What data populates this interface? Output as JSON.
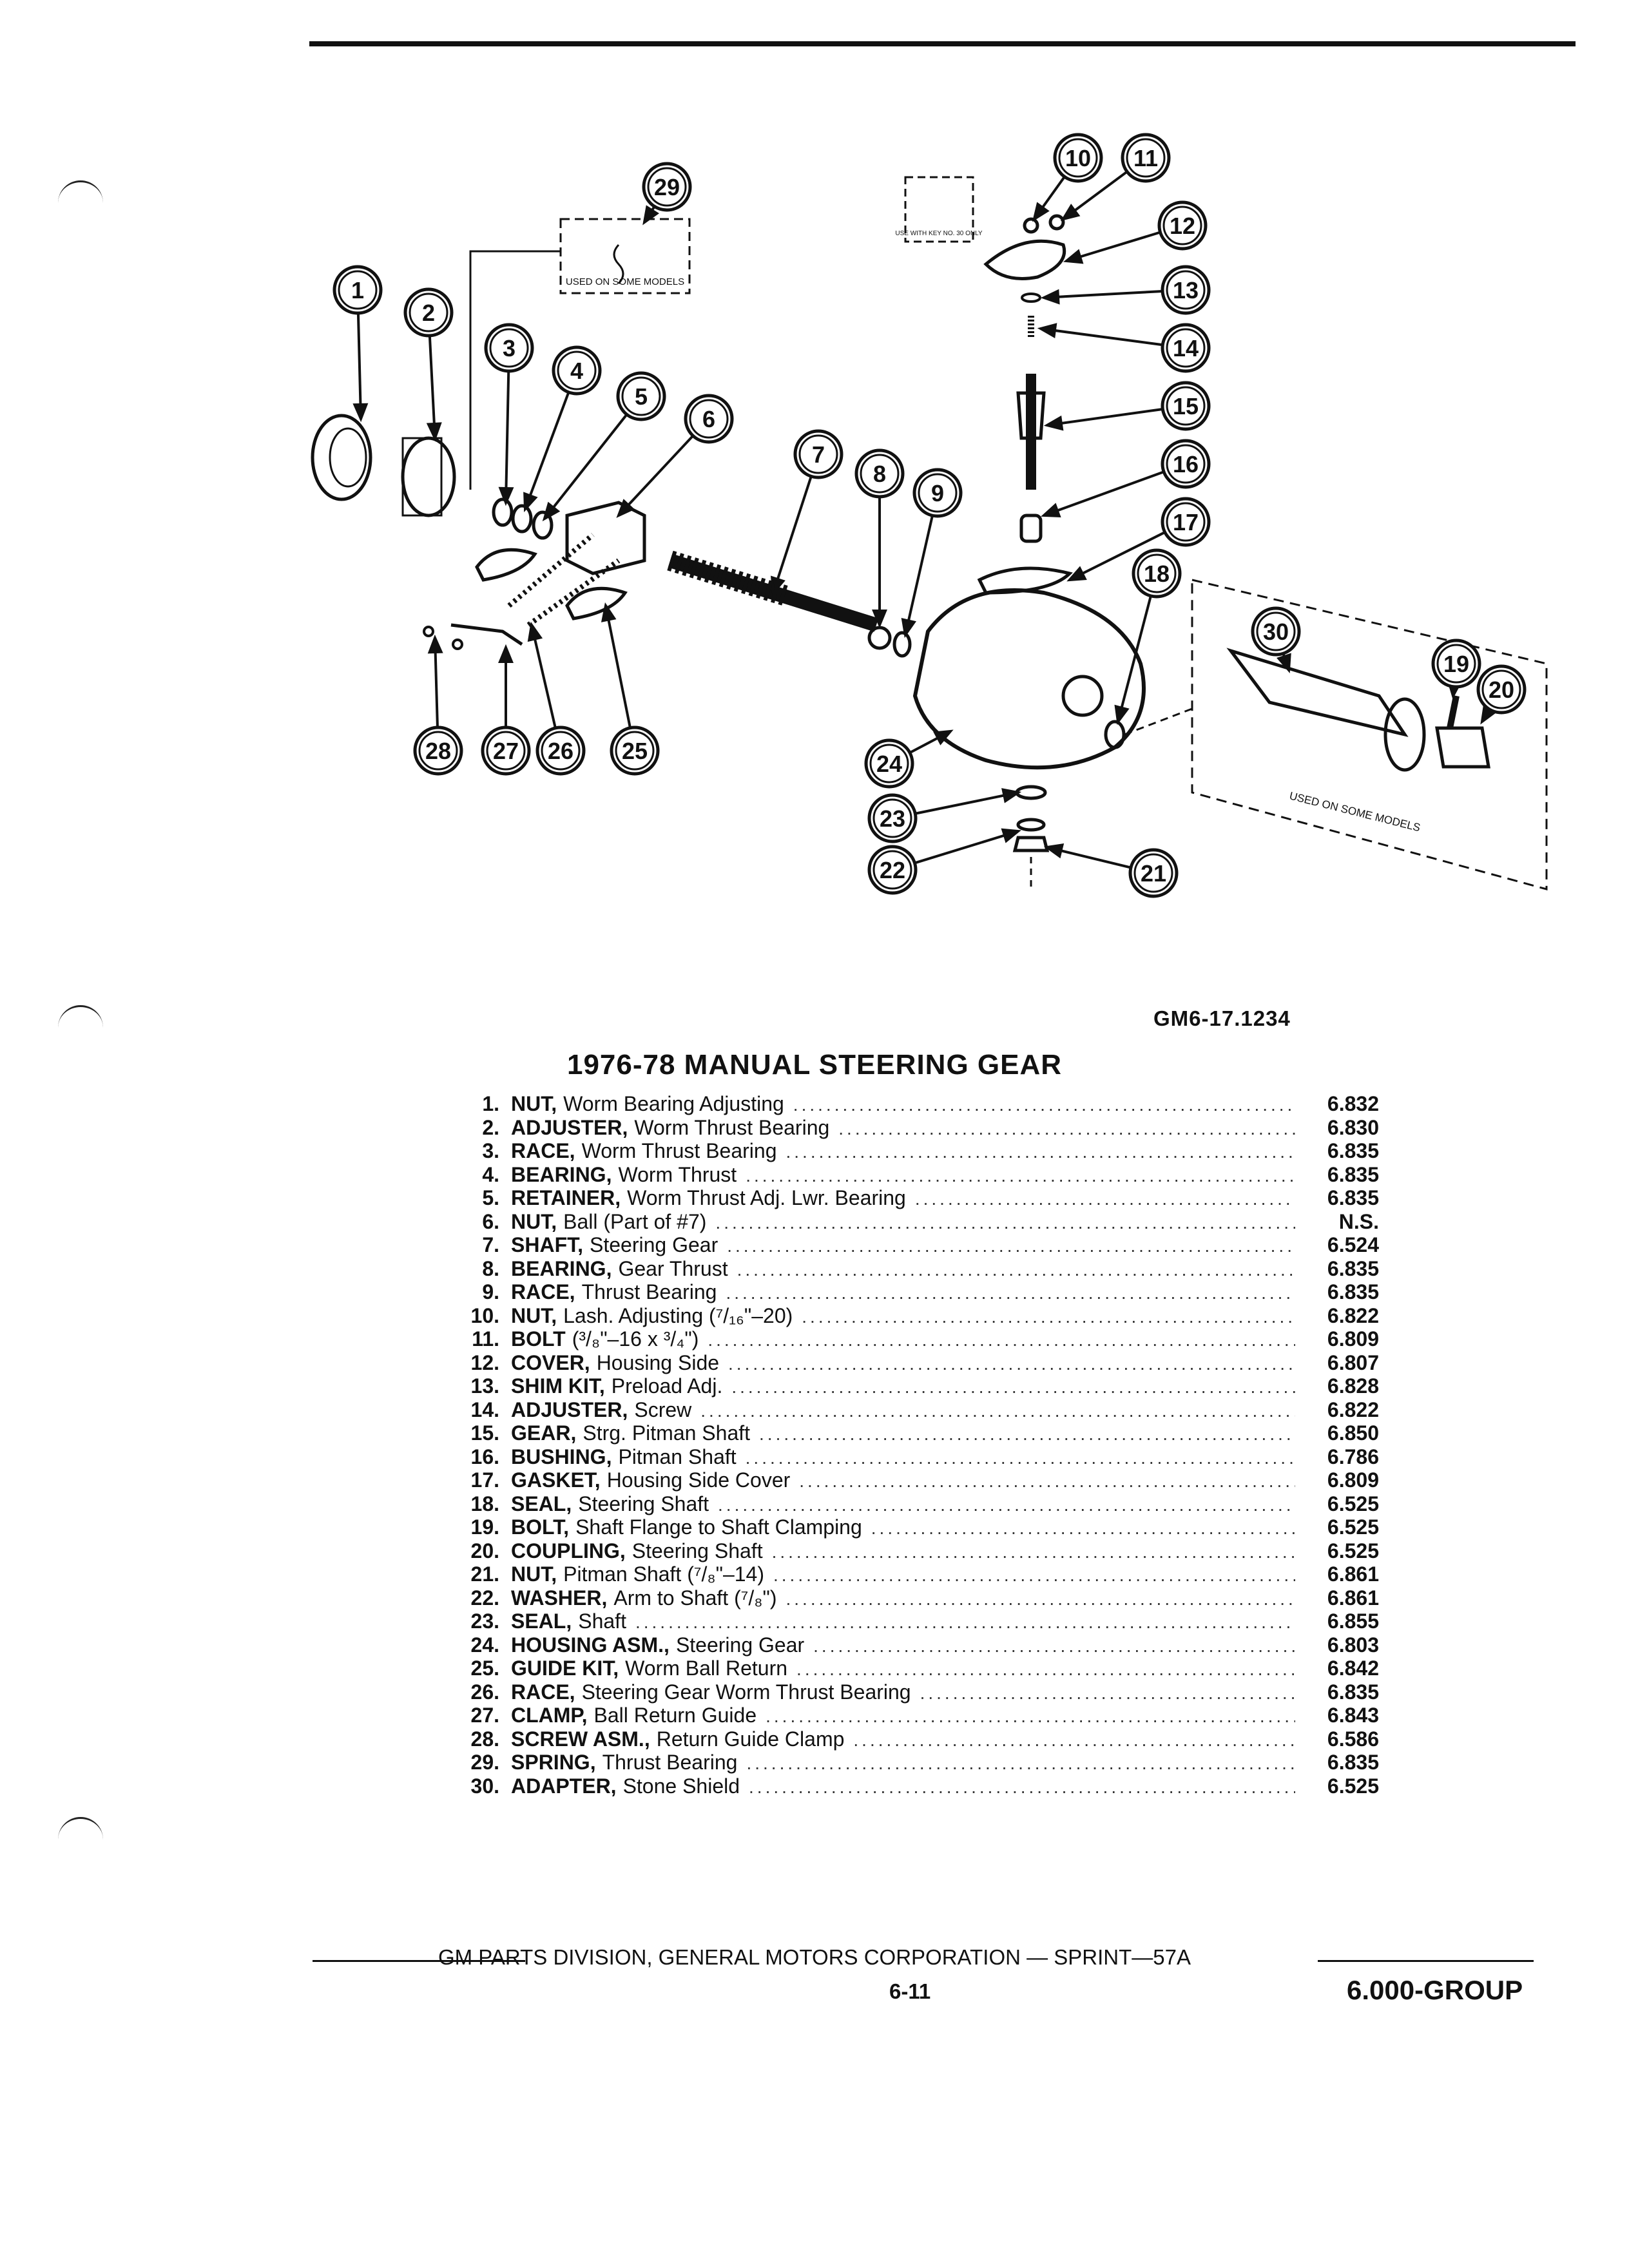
{
  "diagram": {
    "figure_id": "GM6-17.1234",
    "notes": {
      "used_on_some_models_spring": "USED ON SOME MODELS",
      "use_with_key": "USE WITH KEY NO. 30 ONLY",
      "used_on_some_models_adapter": "USED ON SOME MODELS"
    }
  },
  "title": "1976-78 MANUAL STEERING GEAR",
  "parts": [
    {
      "num": "1.",
      "name": "NUT,",
      "desc": "Worm Bearing Adjusting",
      "code": "6.832"
    },
    {
      "num": "2.",
      "name": "ADJUSTER,",
      "desc": "Worm Thrust Bearing",
      "code": "6.830"
    },
    {
      "num": "3.",
      "name": "RACE,",
      "desc": "Worm Thrust Bearing",
      "code": "6.835"
    },
    {
      "num": "4.",
      "name": "BEARING,",
      "desc": "Worm Thrust",
      "code": "6.835"
    },
    {
      "num": "5.",
      "name": "RETAINER,",
      "desc": "Worm Thrust Adj. Lwr. Bearing",
      "code": "6.835"
    },
    {
      "num": "6.",
      "name": "NUT,",
      "desc": "Ball (Part of #7)",
      "code": "N.S."
    },
    {
      "num": "7.",
      "name": "SHAFT,",
      "desc": "Steering Gear",
      "code": "6.524"
    },
    {
      "num": "8.",
      "name": "BEARING,",
      "desc": "Gear Thrust",
      "code": "6.835"
    },
    {
      "num": "9.",
      "name": "RACE,",
      "desc": "Thrust Bearing",
      "code": "6.835"
    },
    {
      "num": "10.",
      "name": "NUT,",
      "desc": "Lash. Adjusting (⁷/₁₆\"–20)",
      "code": "6.822"
    },
    {
      "num": "11.",
      "name": "BOLT",
      "desc": "(³/₈\"–16 x ³/₄\")",
      "code": "6.809"
    },
    {
      "num": "12.",
      "name": "COVER,",
      "desc": "Housing Side",
      "code": "6.807"
    },
    {
      "num": "13.",
      "name": "SHIM KIT,",
      "desc": "Preload Adj.",
      "code": "6.828"
    },
    {
      "num": "14.",
      "name": "ADJUSTER,",
      "desc": "Screw",
      "code": "6.822"
    },
    {
      "num": "15.",
      "name": "GEAR,",
      "desc": "Strg. Pitman Shaft",
      "code": "6.850"
    },
    {
      "num": "16.",
      "name": "BUSHING,",
      "desc": "Pitman Shaft",
      "code": "6.786"
    },
    {
      "num": "17.",
      "name": "GASKET,",
      "desc": "Housing Side Cover",
      "code": "6.809"
    },
    {
      "num": "18.",
      "name": "SEAL,",
      "desc": "Steering Shaft",
      "code": "6.525"
    },
    {
      "num": "19.",
      "name": "BOLT,",
      "desc": "Shaft Flange to Shaft Clamping",
      "code": "6.525"
    },
    {
      "num": "20.",
      "name": "COUPLING,",
      "desc": "Steering Shaft",
      "code": "6.525"
    },
    {
      "num": "21.",
      "name": "NUT,",
      "desc": "Pitman Shaft (⁷/₈\"–14)",
      "code": "6.861"
    },
    {
      "num": "22.",
      "name": "WASHER,",
      "desc": "Arm to Shaft (⁷/₈\")",
      "code": "6.861"
    },
    {
      "num": "23.",
      "name": "SEAL,",
      "desc": "Shaft",
      "code": "6.855"
    },
    {
      "num": "24.",
      "name": "HOUSING ASM.,",
      "desc": "Steering Gear",
      "code": "6.803"
    },
    {
      "num": "25.",
      "name": "GUIDE KIT,",
      "desc": "Worm Ball Return",
      "code": "6.842"
    },
    {
      "num": "26.",
      "name": "RACE,",
      "desc": "Steering Gear Worm Thrust Bearing",
      "code": "6.835"
    },
    {
      "num": "27.",
      "name": "CLAMP,",
      "desc": "Ball Return Guide",
      "code": "6.843"
    },
    {
      "num": "28.",
      "name": "SCREW ASM.,",
      "desc": "Return Guide Clamp",
      "code": "6.586"
    },
    {
      "num": "29.",
      "name": "SPRING,",
      "desc": "Thrust Bearing",
      "code": "6.835"
    },
    {
      "num": "30.",
      "name": "ADAPTER,",
      "desc": "Stone Shield",
      "code": "6.525"
    }
  ],
  "footer": {
    "division": "GM PARTS DIVISION, GENERAL MOTORS CORPORATION — SPRINT—57A",
    "page": "6-11",
    "group": "6.000-GROUP"
  }
}
